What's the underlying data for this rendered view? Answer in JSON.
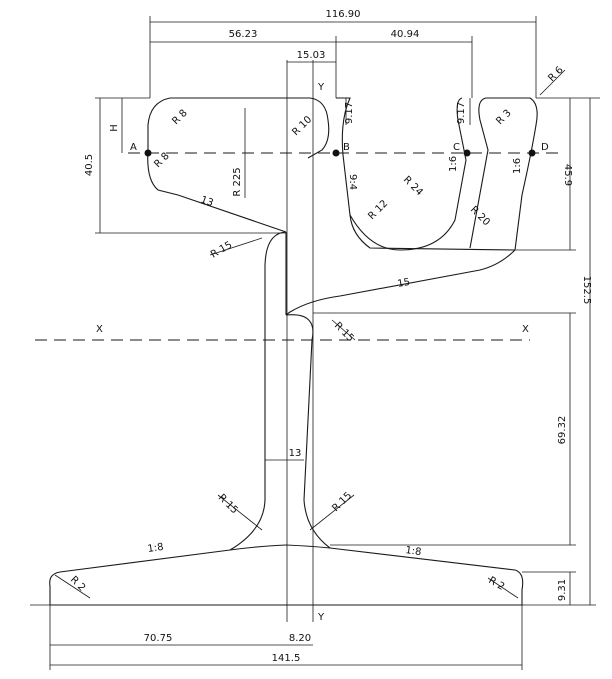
{
  "dimensions": {
    "head_width": "116.90",
    "left_width": "56.23",
    "web_offset": "15.03",
    "right_width": "40.94",
    "overall_height": "152.5",
    "head_depth_left": "40.5",
    "head_depth_right": "45.9",
    "neutral_to_base": "69.32",
    "foot_edge": "9.31",
    "groove_left": "9.17",
    "groove_right": "9.17",
    "web_thickness": "13",
    "foot_left": "70.75",
    "foot_offset": "8.20",
    "foot_width": "141.5",
    "h_label": "H"
  },
  "radii": {
    "r8_top": "R 8",
    "r8_low": "R 8",
    "r225": "R 225",
    "r10": "R 10",
    "r3": "R 3",
    "r6": "R 6",
    "r12": "R 12",
    "r24": "R 24",
    "r20": "R 20",
    "r15_ul": "R 15",
    "r15_ur": "R 15",
    "r15_ll": "R 15",
    "r15_lr": "R 15",
    "r2_l": "R 2",
    "r2_r": "R 2"
  },
  "slopes": {
    "s13": "13",
    "s15": "15",
    "s18_l": "1:8",
    "s18_r": "1:8",
    "s94": "9:4",
    "s16_a": "1:6",
    "s16_b": "1:6"
  },
  "points": {
    "a": "A",
    "b": "B",
    "c": "C",
    "d": "D"
  },
  "axes": {
    "x_left": "X",
    "x_right": "X",
    "y_top": "Y",
    "y_bottom": "Y"
  }
}
